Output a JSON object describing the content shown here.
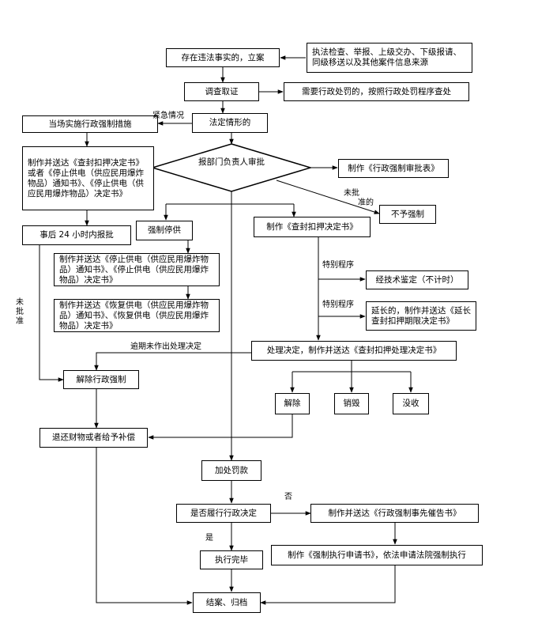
{
  "nodes": {
    "filing": "存在违法事实的，立案",
    "sources": "执法检查、举报、上级交办、下级报请、同级移送以及其他案件信息来源",
    "investigate": "调查取证",
    "admin_penalty": "需要行政处罚的，按照行政处罚程序查处",
    "statutory": "法定情形的",
    "onsite": "当场实施行政强制措施",
    "make_seal_doc": "制作并送达《查封扣押决定书》或者《停止供电（供应民用爆炸物品）通知书》、《停止供电（供应民用爆炸物品）决定书》",
    "report_24h": "事后 24 小时内报批",
    "approval": "报部门负责人审批",
    "approval_form": "制作《行政强制审批表》",
    "no_enforce": "不予强制",
    "forced_stop": "强制停供",
    "seal_decision": "制作《查封扣押决定书》",
    "stop_notice": "制作并送达《停止供电（供应民用爆炸物品）通知书》、《停止供电（供应民用爆炸物品）决定书》",
    "restore_notice": "制作并送达《恢复供电（供应民用爆炸物品）通知书》、《恢复供电（供应民用爆炸物品）决定书》",
    "tech_appraisal": "经技术鉴定（不计时）",
    "extension": "延长的，制作并送达《延长查封扣押期限决定书》",
    "handling": "处理决定，制作并送达《查封扣押处理决定书》",
    "release_enforce": "解除行政强制",
    "release": "解除",
    "destroy": "销毁",
    "confiscate": "没收",
    "return_goods": "退还财物或者给予补偿",
    "fine": "加处罚款",
    "fulfilled": "是否履行行政决定",
    "reminder": "制作并送达《行政强制事先催告书》",
    "court_apply": "制作《强制执行申请书》，依法申请法院强制执行",
    "executed": "执行完毕",
    "archive": "结案、归档"
  },
  "labels": {
    "emergency": "紧急情况",
    "not_approved_1": "未批",
    "not_approved_2": "准的",
    "special_1": "特别程序",
    "special_2": "特别程序",
    "overdue": "逾期未作出处理决定",
    "left_not_approved": "未批准",
    "no": "否",
    "yes": "是"
  }
}
